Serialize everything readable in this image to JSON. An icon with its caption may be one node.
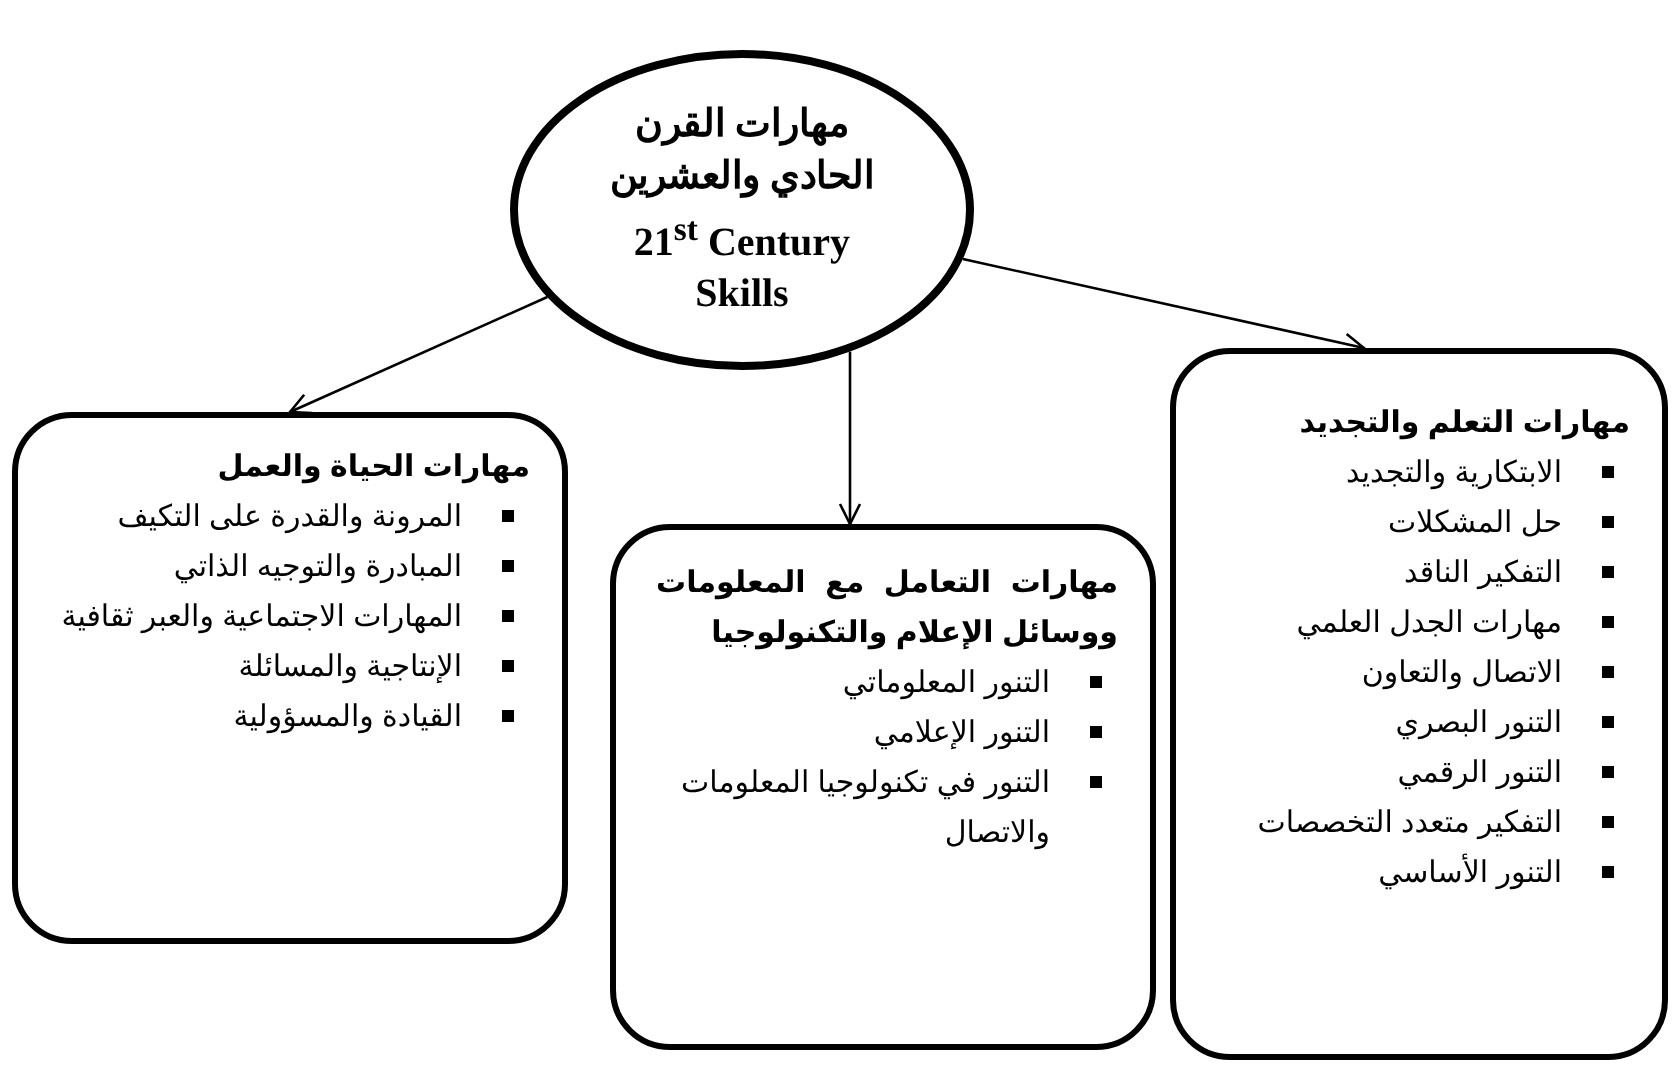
{
  "diagram": {
    "nodes": [
      {
        "text": [
          "مهارات القرن الحادي والعشرين",
          "21$^{st}$ Century Skills"
        ]
      },
      {
        "text": [
          "مهارات الحياة والعمل",
          "المرونة والقدرة على التكيف",
          "المبادرة والتوجيه الذاتي",
          "المهارات الاجتماعية والعبر ثقافية",
          "الإنتاجية والمسائلة",
          "القيادة والمسؤولية"
        ]
      },
      {
        "text": [
          "مهارات التعامل مع المعلومات ووسائل الإعلام والتكنولوجيا",
          "التنور المعلوماتي",
          "التنور الإعلامي",
          "التنور في تكنولوجيا المعلومات والاتصال"
        ]
      },
      {
        "text": [
          "مهارات التعلم والتجديد",
          "الابتكارية والتجديد",
          "حل المشكلات",
          "التفكير الناقد",
          "مهارات الجدل العلمي",
          "الاتصال والتعاون",
          "التنور البصري",
          "التنور الرقمي",
          "التفكير متعدد التخصصات",
          "التنور الأساسي"
        ]
      }
    ],
    "edges": [
      {
        "from": 0,
        "to": 1,
        "arrow": "to"
      },
      {
        "from": 0,
        "to": 2,
        "arrow": "to"
      },
      {
        "from": 0,
        "to": 3,
        "arrow": "to"
      }
    ]
  }
}
